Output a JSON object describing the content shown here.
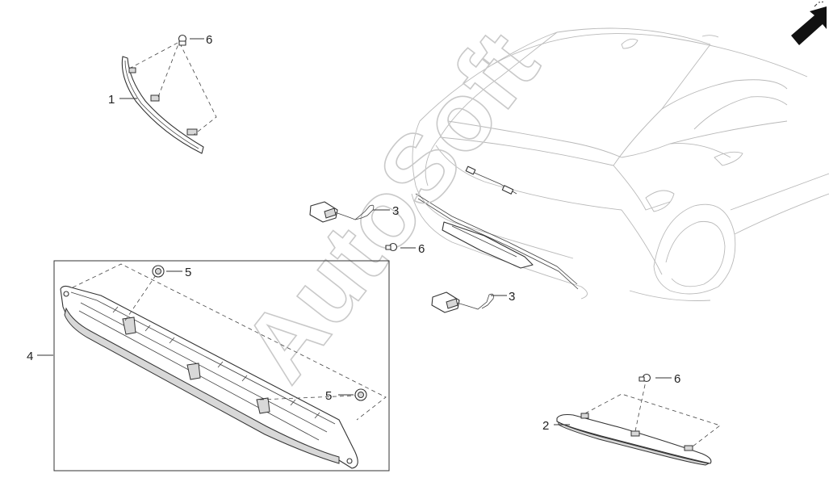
{
  "callouts": {
    "c1": "1",
    "c2": "2",
    "c3a": "3",
    "c3b": "3",
    "c4": "4",
    "c5a": "5",
    "c5b": "5",
    "c6a": "6",
    "c6b": "6",
    "c6c": "6"
  },
  "watermark": "AutoSoft",
  "icons": {
    "direction": "forward-arrow-icon",
    "marker": "dashed-direction-icon"
  }
}
